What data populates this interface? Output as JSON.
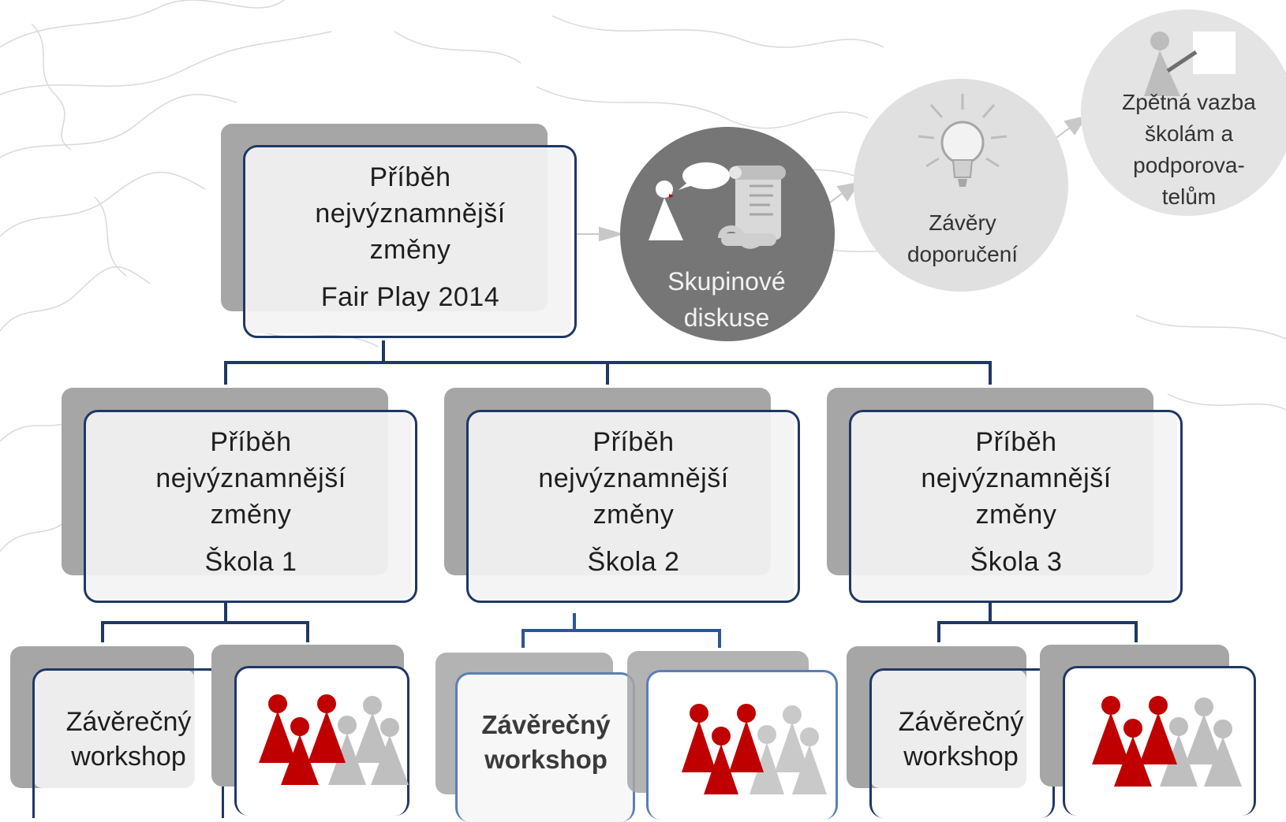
{
  "top_box": {
    "title": "Příběh nejvýznamnější změny",
    "subtitle": "Fair Play 2014"
  },
  "schools": [
    {
      "title": "Příběh nejvýznamnější změny",
      "subtitle": "Škola 1",
      "workshop_label": "Závěrečný workshop"
    },
    {
      "title": "Příběh nejvýznamnější změny",
      "subtitle": "Škola 2",
      "workshop_label": "Závěrečný workshop"
    },
    {
      "title": "Příběh nejvýznamnější změny",
      "subtitle": "Škola 3",
      "workshop_label": "Závěrečný workshop"
    }
  ],
  "steps": {
    "group_discussion": "Skupinové diskuse",
    "conclusions": "Závěry doporučení",
    "feedback": "Zpětná vazba školám a podporova-telům"
  },
  "icons": [
    "speech-bubble-icon",
    "scroll-icon",
    "lightbulb-icon",
    "presenter-icon",
    "people-group-icon"
  ],
  "colors": {
    "box_border": "#1f3864",
    "shadow": "#a6a6a6",
    "dark_circle": "#767676",
    "light_circle": "#e0e0e0",
    "people_red": "#c00000",
    "people_grey": "#bfbfbf"
  }
}
